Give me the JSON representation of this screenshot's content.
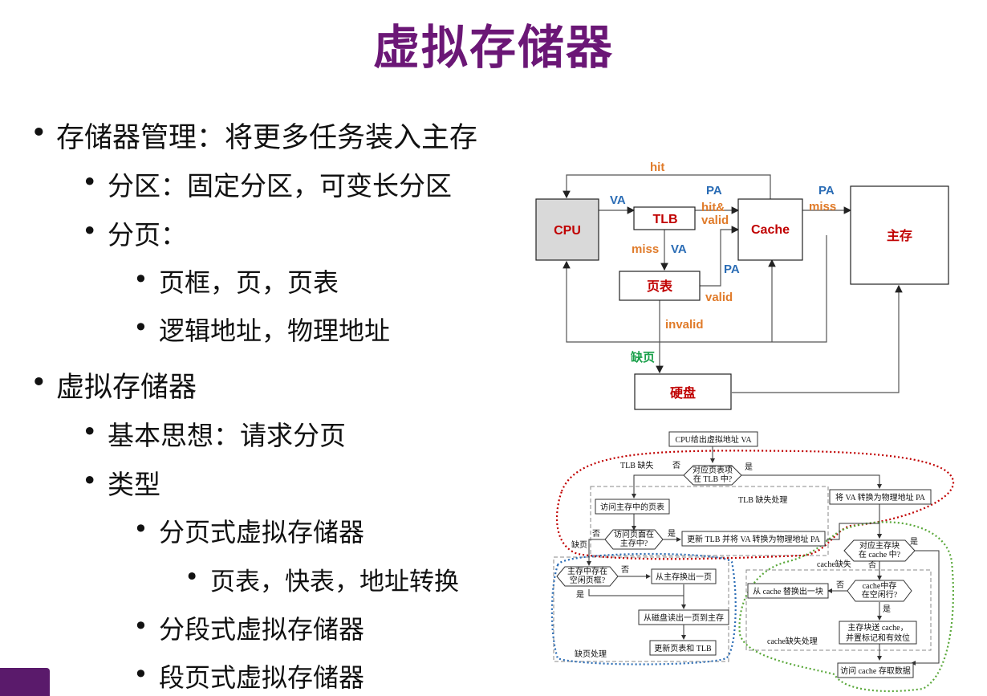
{
  "slide": {
    "title": "虚拟存储器"
  },
  "bullets": [
    {
      "level": 1,
      "text": "存储器管理：将更多任务装入主存"
    },
    {
      "level": 2,
      "text": "分区：固定分区，可变长分区"
    },
    {
      "level": 2,
      "text": "分页："
    },
    {
      "level": 3,
      "text": "页框，页，页表"
    },
    {
      "level": 3,
      "text": "逻辑地址，物理地址"
    },
    {
      "level": 1,
      "text": "虚拟存储器"
    },
    {
      "level": 2,
      "text": "基本思想：请求分页"
    },
    {
      "level": 2,
      "text": "类型"
    },
    {
      "level": 3,
      "text": "分页式虚拟存储器"
    },
    {
      "level": 4,
      "text": "页表，快表，地址转换"
    },
    {
      "level": 3,
      "text": "分段式虚拟存储器"
    },
    {
      "level": 3,
      "text": "段页式虚拟存储器"
    }
  ],
  "arch": {
    "boxes": {
      "cpu": "CPU",
      "tlb": "TLB",
      "cache": "Cache",
      "mem": "主存",
      "pt": "页表",
      "disk": "硬盘"
    },
    "labels": {
      "hit": "hit",
      "va1": "VA",
      "pa1": "PA",
      "hitvalid1": "hit&",
      "hitvalid2": "valid",
      "pa2": "PA",
      "miss1": "miss",
      "miss2": "miss",
      "va2": "VA",
      "pa3": "PA",
      "valid": "valid",
      "invalid": "invalid",
      "fault": "缺页"
    },
    "colors": {
      "orange": "#e07b2a",
      "blue": "#2a6cb5",
      "red": "#c00000",
      "green": "#1aa04a",
      "cpu_fill": "#d9d9d9"
    }
  },
  "flow": {
    "start": "CPU给出虚拟地址 VA",
    "d_tlb_1": "对应页表项",
    "d_tlb_2": "在 TLB 中?",
    "tlb_miss": "TLB 缺失",
    "no1": "否",
    "yes1": "是",
    "tlb_handle": "TLB 缺失处理",
    "visit_pt": "访问主存中的页表",
    "translate": "将 VA 转换为物理地址 PA",
    "d_page_1": "访问页面在",
    "d_page_2": "主存中?",
    "no2": "否",
    "yes2": "是",
    "update_tlb": "更新 TLB 并将 VA 转换为物理地址 PA",
    "fault": "缺页",
    "d_frame_1": "主存中存在",
    "d_frame_2": "空闲页框?",
    "no3": "否",
    "yes3": "是",
    "swap_out": "从主存换出一页",
    "read_disk": "从磁盘读出一页到主存",
    "update_pt": "更新页表和 TLB",
    "fault_handle": "缺页处理",
    "d_cache_1": "对应主存块",
    "d_cache_2": "在 cache 中?",
    "yes4": "是",
    "no4": "否",
    "cache_miss": "cache缺失",
    "cache_replace": "从 cache 替换出一块",
    "d_line_1": "cache中存",
    "d_line_2": "在空闲行?",
    "no5": "否",
    "yes5": "是",
    "send_1": "主存块送 cache，",
    "send_2": "并置标记和有效位",
    "cache_handle": "cache缺失处理",
    "access": "访问 cache 存取数据"
  }
}
